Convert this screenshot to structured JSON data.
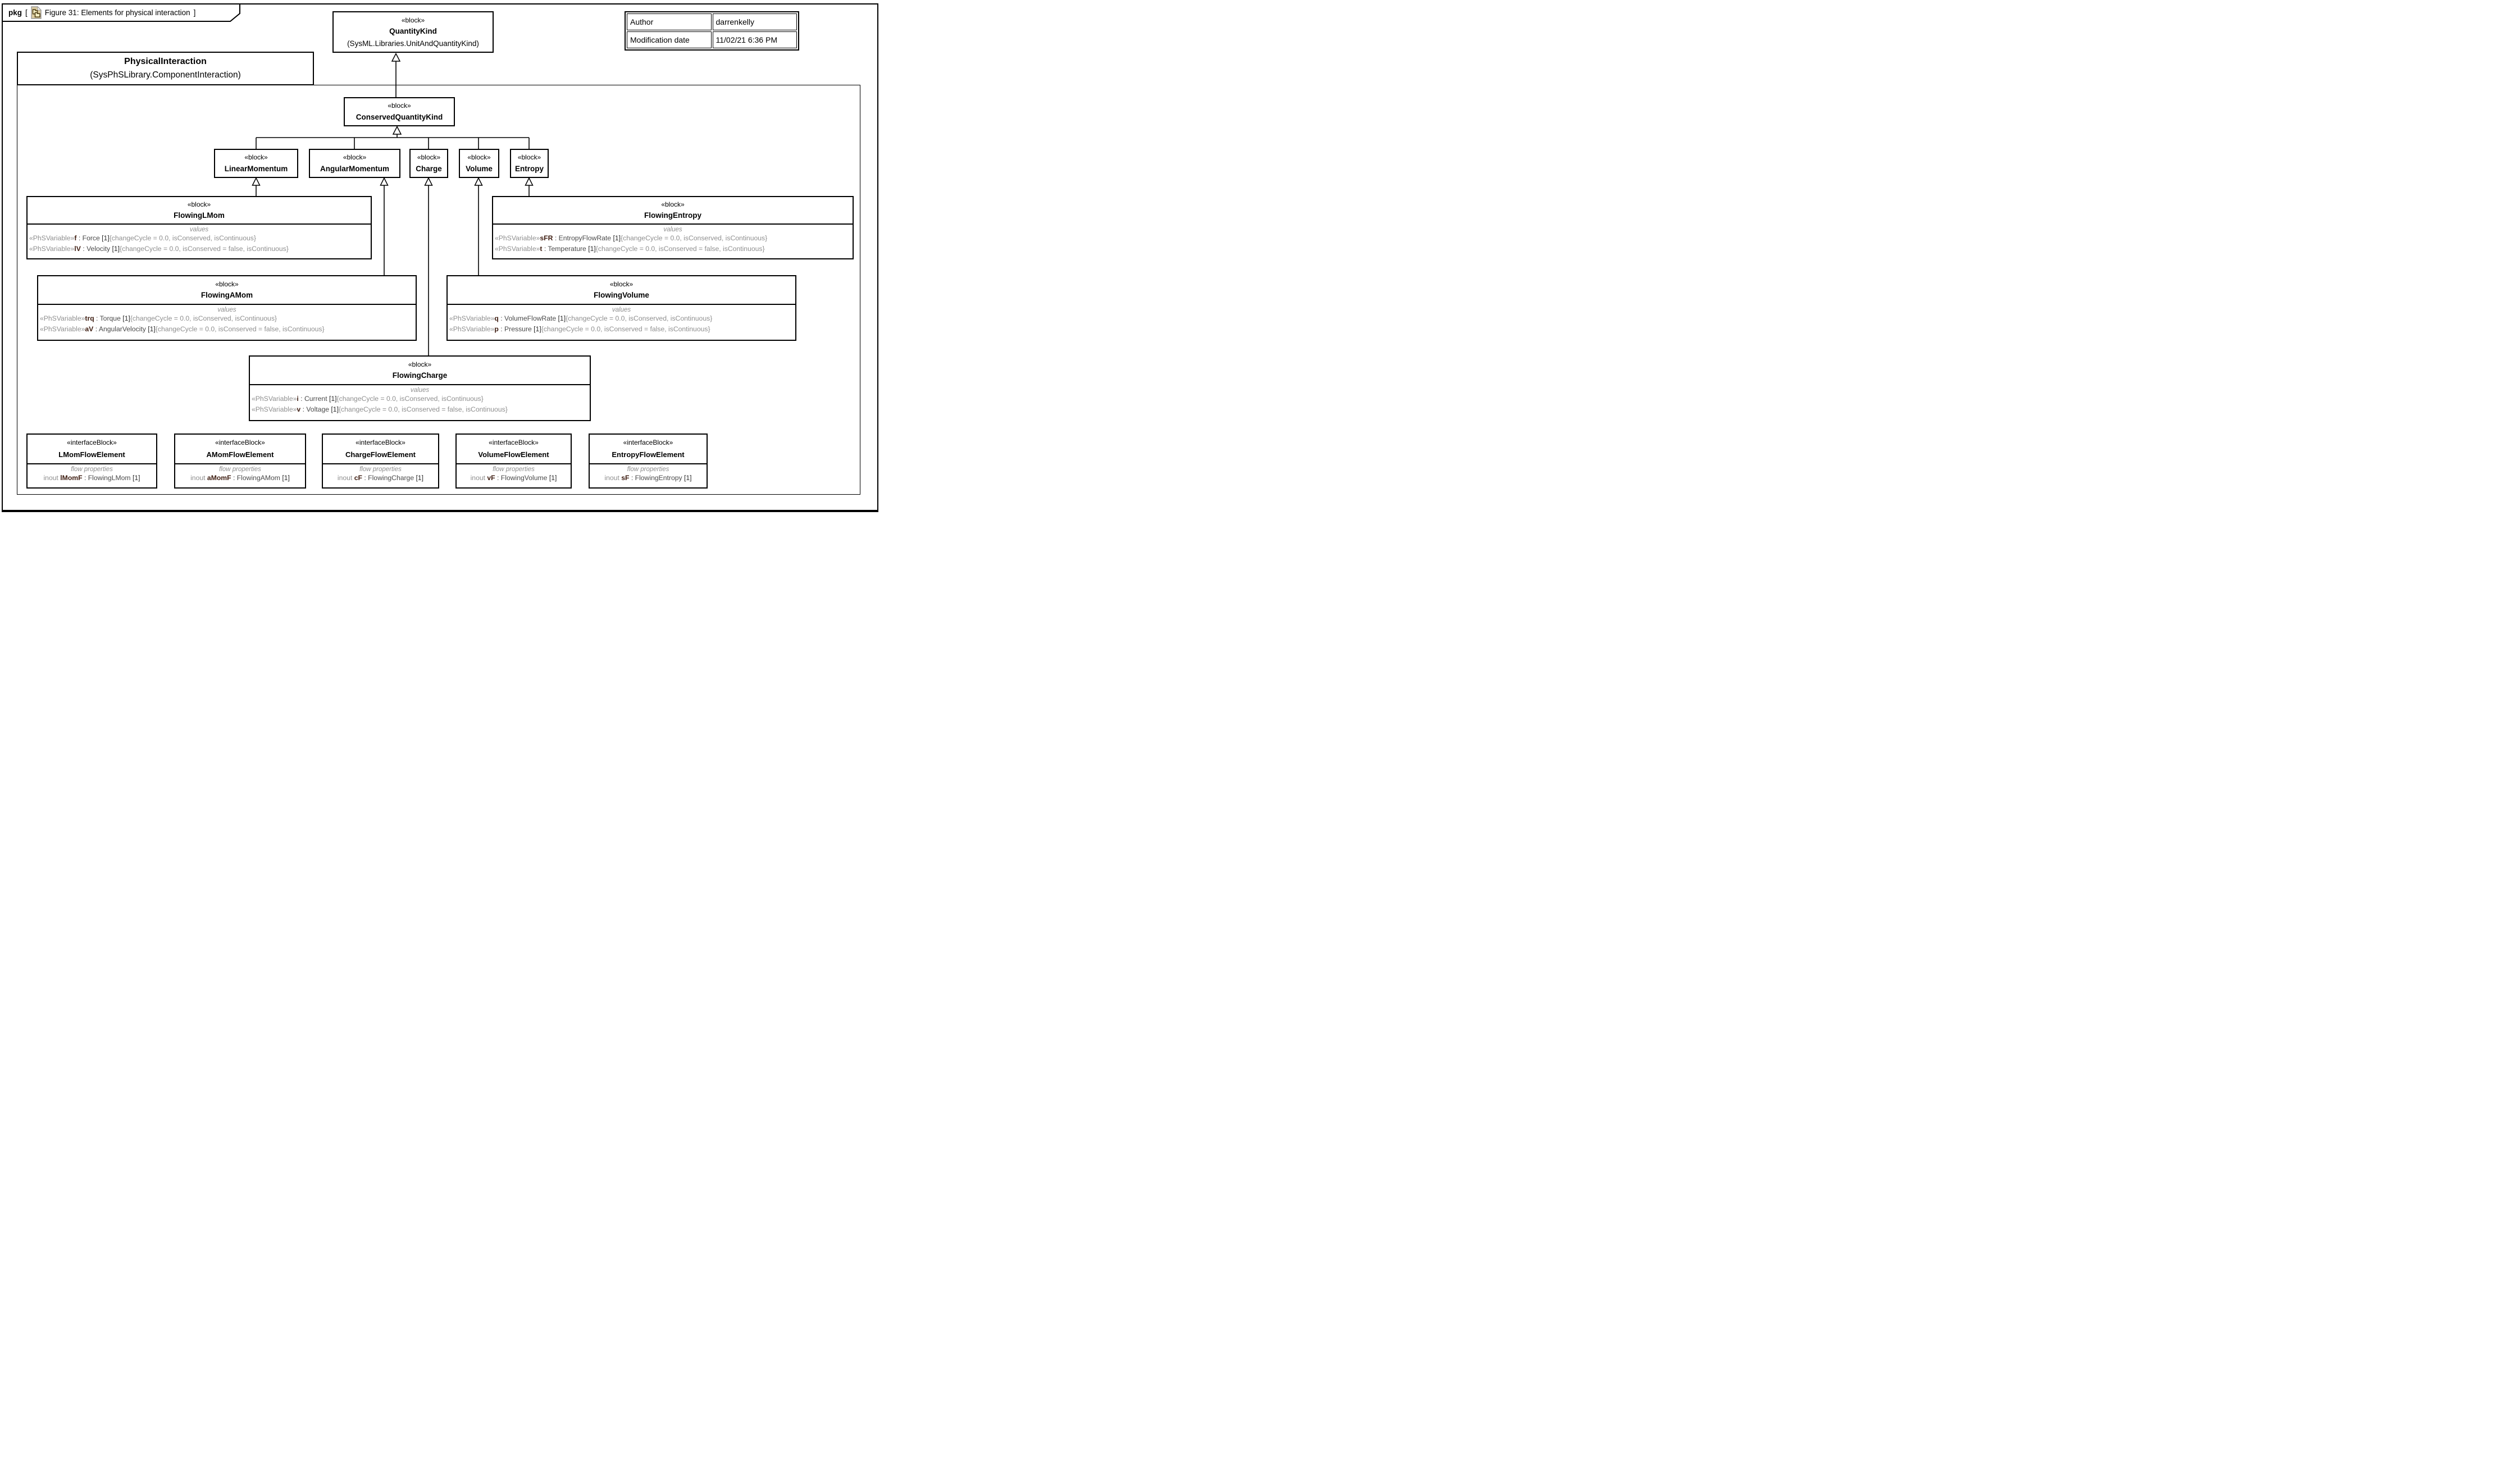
{
  "tab": {
    "keyword": "pkg",
    "open_bracket": "[",
    "title": "Figure 31: Elements for physical interaction",
    "close_bracket": "]"
  },
  "info_table": {
    "rows": [
      {
        "label": "Author",
        "value": "darrenkelly"
      },
      {
        "label": "Modification date",
        "value": "11/02/21 6:36 PM"
      }
    ]
  },
  "quantity_kind": {
    "stereotype": "«block»",
    "name": "QuantityKind",
    "qualifier": "(SysML.Libraries.UnitAndQuantityKind)"
  },
  "package_header": {
    "name": "PhysicalInteraction",
    "qualifier": "(SysPhSLibrary.ComponentInteraction)"
  },
  "conserved_quantity_kind": {
    "stereotype": "«block»",
    "name": "ConservedQuantityKind"
  },
  "kind_blocks": [
    {
      "stereotype": "«block»",
      "name": "LinearMomentum"
    },
    {
      "stereotype": "«block»",
      "name": "AngularMomentum"
    },
    {
      "stereotype": "«block»",
      "name": "Charge"
    },
    {
      "stereotype": "«block»",
      "name": "Volume"
    },
    {
      "stereotype": "«block»",
      "name": "Entropy"
    }
  ],
  "flowing_blocks": [
    {
      "stereotype": "«block»",
      "name": "FlowingLMom",
      "compartment_label": "values",
      "properties": [
        {
          "stereotype": "«PhSVariable»",
          "name": "f",
          "type": " : Force ",
          "multiplicity": "[1]",
          "constraints": "{changeCycle = 0.0, isConserved, isContinuous}"
        },
        {
          "stereotype": "«PhSVariable»",
          "name": "lV",
          "type": " : Velocity ",
          "multiplicity": "[1]",
          "constraints": "{changeCycle = 0.0, isConserved = false, isContinuous}"
        }
      ]
    },
    {
      "stereotype": "«block»",
      "name": "FlowingAMom",
      "compartment_label": "values",
      "properties": [
        {
          "stereotype": "«PhSVariable»",
          "name": "trq",
          "type": " : Torque ",
          "multiplicity": "[1]",
          "constraints": "{changeCycle = 0.0, isConserved, isContinuous}"
        },
        {
          "stereotype": "«PhSVariable»",
          "name": "aV",
          "type": " : AngularVelocity ",
          "multiplicity": "[1]",
          "constraints": "{changeCycle = 0.0, isConserved = false, isContinuous}"
        }
      ]
    },
    {
      "stereotype": "«block»",
      "name": "FlowingCharge",
      "compartment_label": "values",
      "properties": [
        {
          "stereotype": "«PhSVariable»",
          "name": "i",
          "type": " : Current ",
          "multiplicity": "[1]",
          "constraints": "{changeCycle = 0.0, isConserved, isContinuous}"
        },
        {
          "stereotype": "«PhSVariable»",
          "name": "v",
          "type": " : Voltage ",
          "multiplicity": "[1]",
          "constraints": "{changeCycle = 0.0, isConserved = false, isContinuous}"
        }
      ]
    },
    {
      "stereotype": "«block»",
      "name": "FlowingVolume",
      "compartment_label": "values",
      "properties": [
        {
          "stereotype": "«PhSVariable»",
          "name": "q",
          "type": " : VolumeFlowRate ",
          "multiplicity": "[1]",
          "constraints": "{changeCycle = 0.0, isConserved, isContinuous}"
        },
        {
          "stereotype": "«PhSVariable»",
          "name": "p",
          "type": " : Pressure ",
          "multiplicity": "[1]",
          "constraints": "{changeCycle = 0.0, isConserved = false, isContinuous}"
        }
      ]
    },
    {
      "stereotype": "«block»",
      "name": "FlowingEntropy",
      "compartment_label": "values",
      "properties": [
        {
          "stereotype": "«PhSVariable»",
          "name": "sFR",
          "type": " : EntropyFlowRate ",
          "multiplicity": "[1]",
          "constraints": "{changeCycle = 0.0, isConserved, isContinuous}"
        },
        {
          "stereotype": "«PhSVariable»",
          "name": "t",
          "type": " : Temperature ",
          "multiplicity": "[1]",
          "constraints": "{changeCycle = 0.0, isConserved = false, isContinuous}"
        }
      ]
    }
  ],
  "interface_blocks": [
    {
      "stereotype": "«interfaceBlock»",
      "name": "LMomFlowElement",
      "compartment_label": "flow properties",
      "property": {
        "direction": "inout ",
        "name": "lMomF",
        "type": " : FlowingLMom ",
        "multiplicity": "[1]"
      }
    },
    {
      "stereotype": "«interfaceBlock»",
      "name": "AMomFlowElement",
      "compartment_label": "flow properties",
      "property": {
        "direction": "inout ",
        "name": "aMomF",
        "type": " : FlowingAMom ",
        "multiplicity": "[1]"
      }
    },
    {
      "stereotype": "«interfaceBlock»",
      "name": "ChargeFlowElement",
      "compartment_label": "flow properties",
      "property": {
        "direction": "inout ",
        "name": "cF",
        "type": " : FlowingCharge ",
        "multiplicity": "[1]"
      }
    },
    {
      "stereotype": "«interfaceBlock»",
      "name": "VolumeFlowElement",
      "compartment_label": "flow properties",
      "property": {
        "direction": "inout ",
        "name": "vF",
        "type": " : FlowingVolume ",
        "multiplicity": "[1]"
      }
    },
    {
      "stereotype": "«interfaceBlock»",
      "name": "EntropyFlowElement",
      "compartment_label": "flow properties",
      "property": {
        "direction": "inout ",
        "name": "sF",
        "type": " : FlowingEntropy ",
        "multiplicity": "[1]"
      }
    }
  ],
  "colors": {
    "line": "#000000",
    "muted_gray": "#8f8f8f",
    "property_name": "#3d1c10",
    "type_text": "#4a4a4a",
    "multiplicity": "#2b2b2b",
    "icon_page_fill": "#dbcb9f",
    "icon_shape_fill": "#f6efc3",
    "icon_shape_stroke": "#4a3b12"
  }
}
